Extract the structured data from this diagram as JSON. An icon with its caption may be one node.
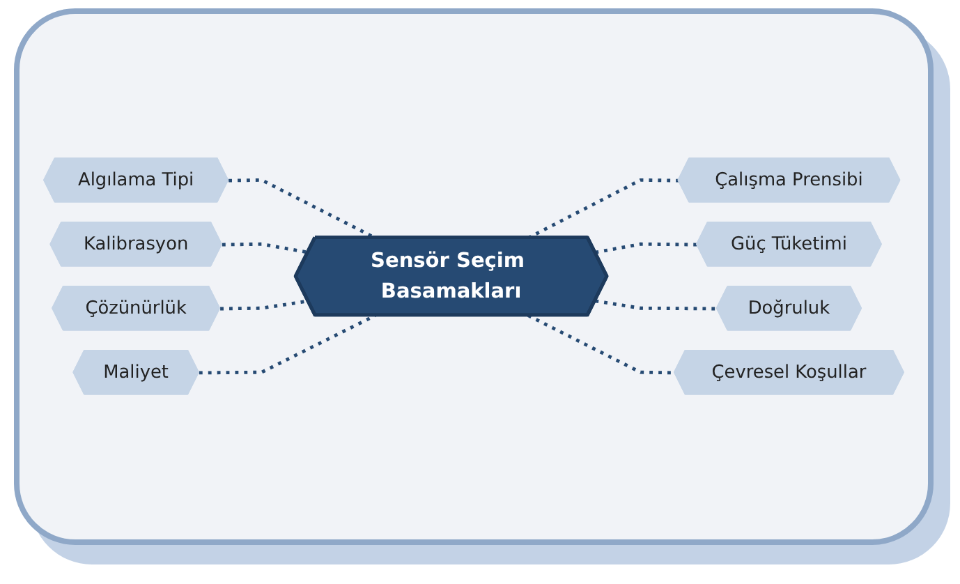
{
  "diagram": {
    "nodes": [
      {
        "text": [
          "Sensör Seçim Basamakları"
        ]
      },
      {
        "text": [
          "Algılama Tipi"
        ]
      },
      {
        "text": [
          "Kalibrasyon"
        ]
      },
      {
        "text": [
          "Çalışma Prensibi"
        ]
      },
      {
        "text": [
          "Çözünürlük"
        ]
      },
      {
        "text": [
          "Güç Tüketimi"
        ]
      },
      {
        "text": [
          "Maliyet"
        ]
      },
      {
        "text": [
          "Doğruluk"
        ]
      },
      {
        "text": [
          "Çevresel Koşullar"
        ]
      }
    ],
    "edges": [
      {
        "from": 1,
        "to": 0,
        "arrow": "none",
        "style": "dashed"
      },
      {
        "from": 2,
        "to": 0,
        "arrow": "none",
        "style": "dashed"
      },
      {
        "from": 0,
        "to": 3,
        "arrow": "none",
        "style": "dashed"
      },
      {
        "from": 4,
        "to": 0,
        "arrow": "none",
        "style": "dashed"
      },
      {
        "from": 0,
        "to": 5,
        "arrow": "none",
        "style": "dashed"
      },
      {
        "from": 6,
        "to": 0,
        "arrow": "none",
        "style": "dashed"
      },
      {
        "from": 0,
        "to": 7,
        "arrow": "none",
        "style": "dashed"
      },
      {
        "from": 0,
        "to": 8,
        "arrow": "none",
        "style": "dashed"
      }
    ]
  }
}
